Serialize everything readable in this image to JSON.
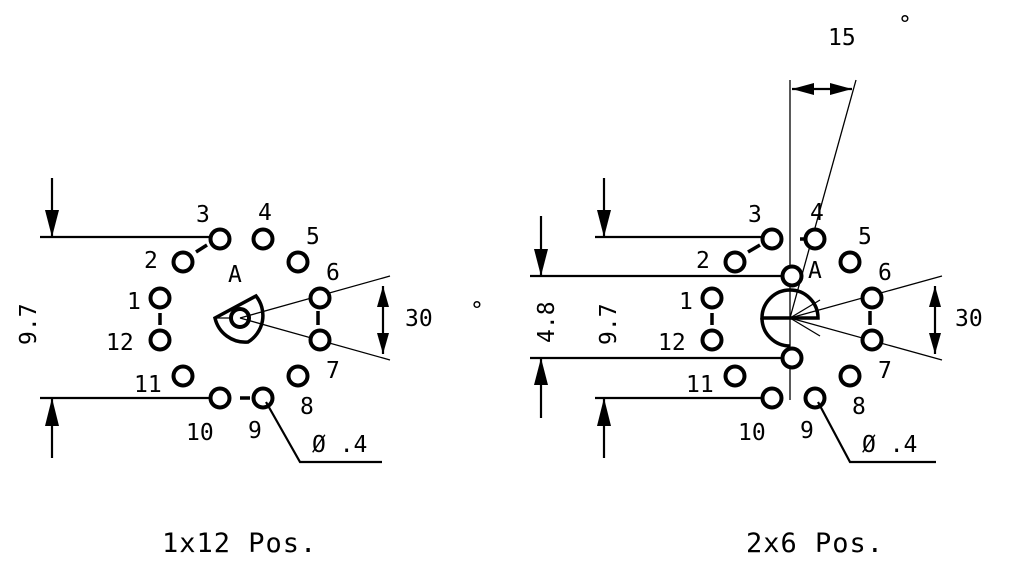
{
  "left": {
    "pin_labels": [
      "1",
      "2",
      "3",
      "4",
      "5",
      "6",
      "7",
      "8",
      "9",
      "10",
      "11",
      "12"
    ],
    "center_label": "A",
    "angle_label": "30",
    "degree_mark": "°",
    "height_label": "9.7",
    "diameter_label": "Ø .4",
    "caption": "1x12 Pos."
  },
  "right": {
    "pin_labels": [
      "1",
      "2",
      "3",
      "4",
      "5",
      "6",
      "7",
      "8",
      "9",
      "10",
      "11",
      "12"
    ],
    "center_label": "A",
    "angle_label": "30",
    "offset_angle_label": "15",
    "offset_degree_mark": "°",
    "height_label": "9.7",
    "inner_height_label": "4.8",
    "diameter_label": "Ø .4",
    "caption": "2x6 Pos."
  },
  "colors": {
    "ink": "#000000",
    "background": "#ffffff"
  }
}
